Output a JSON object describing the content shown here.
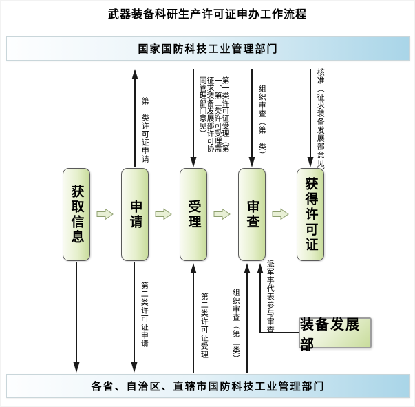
{
  "title": "武器装备科研生产许可证申办工作流程",
  "top_bar": {
    "label": "国家国防科技工业管理部门"
  },
  "bottom_bar": {
    "label": "各省、自治区、直辖市国防科技工业管理部门"
  },
  "process_steps": [
    {
      "label": "获取信息"
    },
    {
      "label": "申请"
    },
    {
      "label": "受理"
    },
    {
      "label": "审查"
    },
    {
      "label": "获得许可证"
    }
  ],
  "top_flows": [
    {
      "direction": "up",
      "label": "第一类许可证申请"
    },
    {
      "direction": "down",
      "label": "第一类许可证受理（第一、第二类许可受理需征求装备发展部许可协同管理部门意见）"
    },
    {
      "direction": "down",
      "label": "组织审查（第一类）"
    },
    {
      "direction": "down",
      "label": "核准（征求装备发展部意见）"
    }
  ],
  "bottom_flows": [
    {
      "direction": "down",
      "label": ""
    },
    {
      "direction": "down",
      "label": "第二类许可证申请"
    },
    {
      "direction": "up",
      "label": "第二类许可证受理"
    },
    {
      "direction": "up",
      "label": "组织审查（第二类）"
    },
    {
      "direction": "up",
      "label": "派军事代表参与审查"
    }
  ],
  "side_box": {
    "label": "装备发展部"
  },
  "colors": {
    "bar_gradient_start": "#fdfeff",
    "bar_gradient_end": "#a9d5e8",
    "bar_border": "#c9d6da",
    "box_gradient_start": "#f9fbf2",
    "box_gradient_end": "#c8dc9b",
    "box_border": "#5a5a5a",
    "block_arrow_fill": "#e8f0d5",
    "block_arrow_stroke": "#8fa070",
    "flow_arrow_color": "#1a1a1a",
    "side_box_border": "#9e9e9e",
    "text_color": "#000000"
  }
}
